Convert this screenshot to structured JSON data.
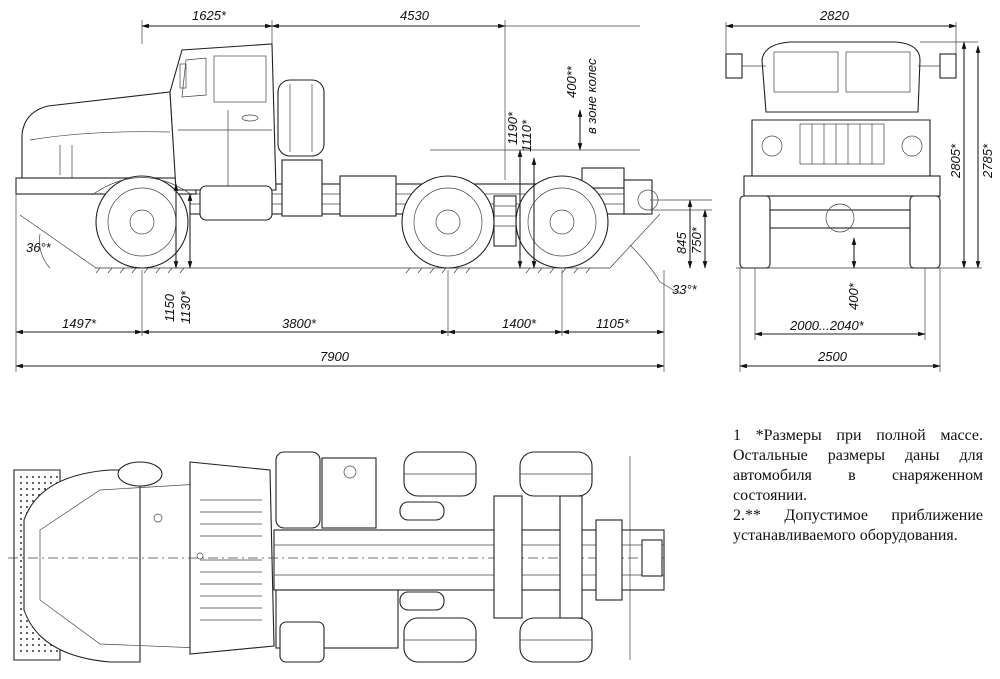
{
  "side_view": {
    "dims": {
      "cab_top": "1625*",
      "wheelbase_top": "4530",
      "height_1190": "1190*",
      "height_1110": "1110*",
      "clearance_400": "400**",
      "wheel_zone": "в зоне колес",
      "approach_angle": "36°*",
      "departure_angle": "33°*",
      "frame_1150": "1150",
      "frame_1130": "1130*",
      "rear_845": "845",
      "rear_750": "750*",
      "front_overhang": "1497*",
      "wheelbase": "3800*",
      "tandem": "1400*",
      "rear_overhang": "1105*",
      "length": "7900"
    }
  },
  "front_view": {
    "dims": {
      "width_top": "2820",
      "height_2805": "2805*",
      "height_2785": "2785*",
      "ground_400": "400*",
      "track": "2000...2040*",
      "width": "2500"
    }
  },
  "notes": [
    "1 *Размеры при полной массе. Остальные размеры даны для автомобиля в снаряженном состоянии.",
    "2.** Допустимое приближение устанавливаемого оборудования."
  ]
}
